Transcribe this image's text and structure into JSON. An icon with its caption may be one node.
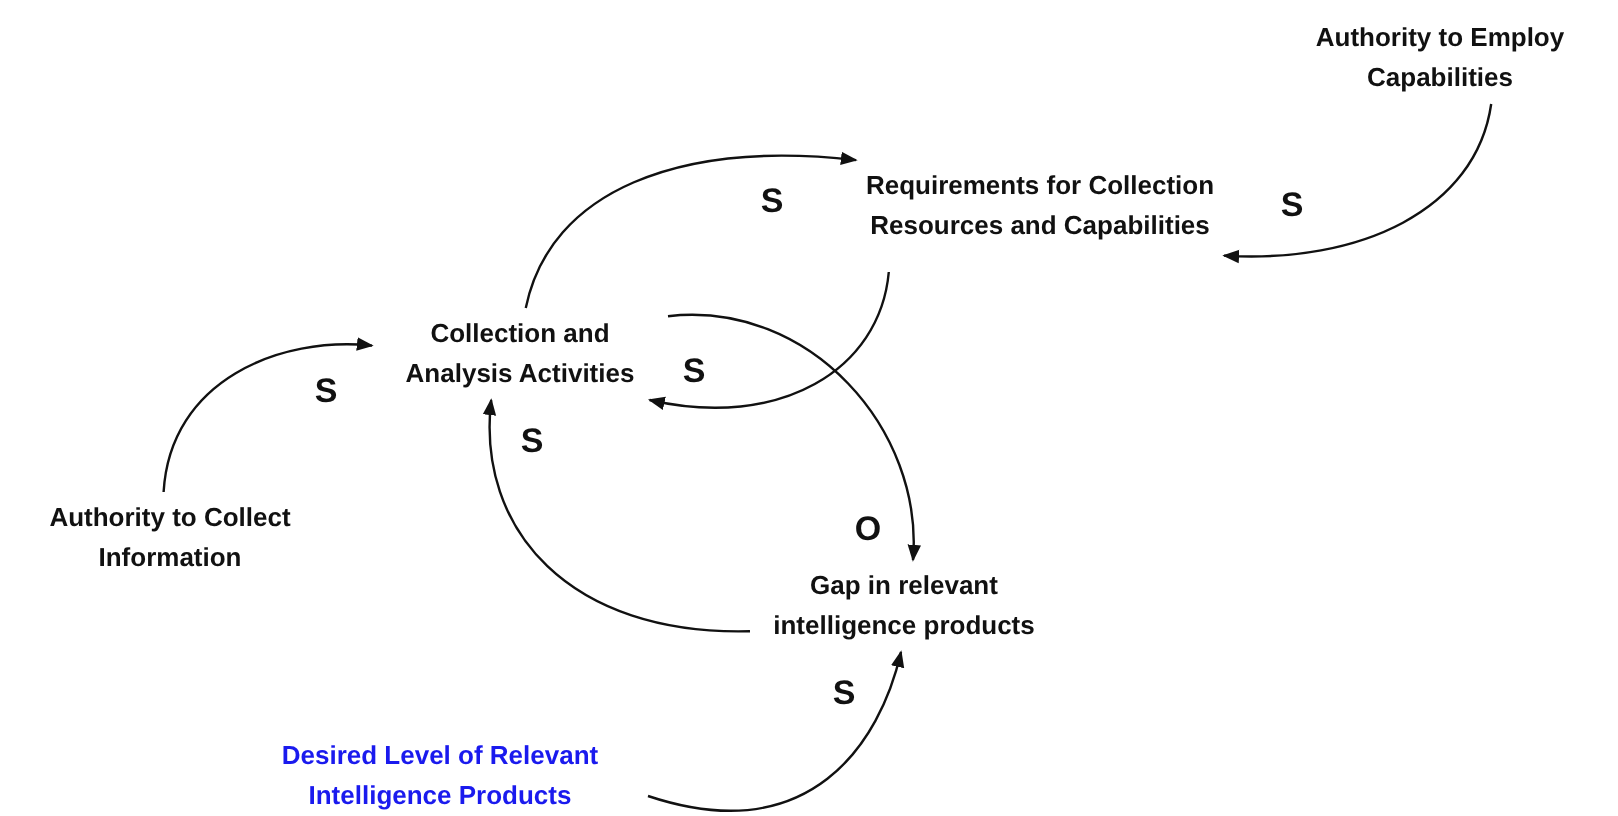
{
  "diagram": {
    "nodes": [
      {
        "text": [
          "Authority to Employ Capabilities"
        ]
      },
      {
        "text": [
          "Requirements for Collection Resources and Capabilities"
        ]
      },
      {
        "text": [
          "Collection and Analysis Activities"
        ]
      },
      {
        "text": [
          "Authority to Collect Information"
        ]
      },
      {
        "text": [
          "Gap in relevant intelligence products"
        ]
      },
      {
        "text": [
          "Desired Level of Relevant Intelligence Products"
        ]
      }
    ],
    "edges": [
      {
        "from": 0,
        "to": 1,
        "arrow": "to",
        "label": "S"
      },
      {
        "from": 2,
        "to": 1,
        "arrow": "to",
        "label": "S"
      },
      {
        "from": 1,
        "to": 2,
        "arrow": "to",
        "label": "S"
      },
      {
        "from": 2,
        "to": 4,
        "arrow": "to",
        "label": "O"
      },
      {
        "from": 4,
        "to": 2,
        "arrow": "to",
        "label": "S"
      },
      {
        "from": 3,
        "to": 2,
        "arrow": "to",
        "label": "S"
      },
      {
        "from": 5,
        "to": 4,
        "arrow": "to",
        "label": "S"
      }
    ]
  }
}
